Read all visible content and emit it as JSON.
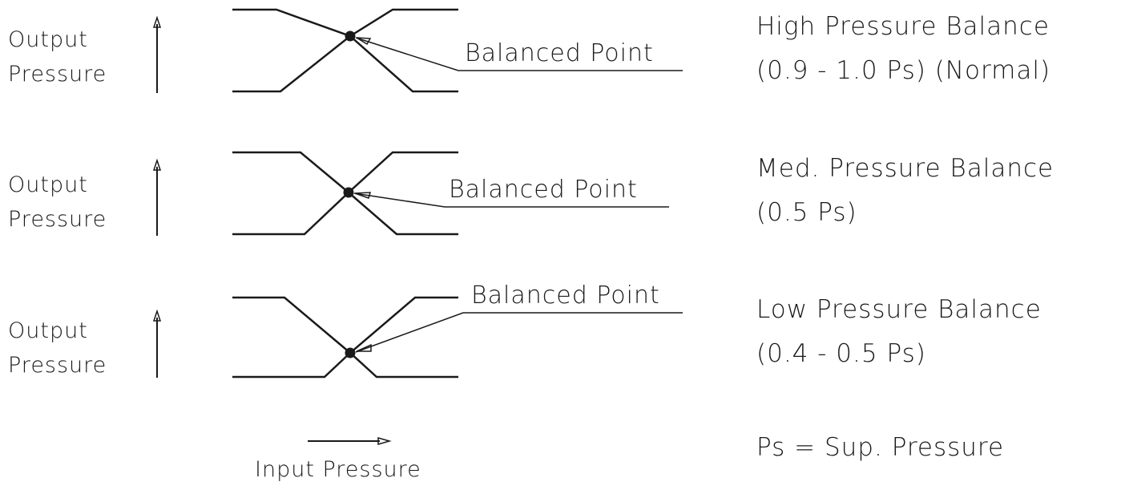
{
  "rows": [
    {
      "y_axis_label_line1": "Output",
      "y_axis_label_line2": "Pressure",
      "balanced_point_label": "Balanced Point",
      "condition_line1": "High Pressure Balance",
      "condition_line2": "(0.9 - 1.0 Ps) (Normal)"
    },
    {
      "y_axis_label_line1": "Output",
      "y_axis_label_line2": "Pressure",
      "balanced_point_label": "Balanced Point",
      "condition_line1": "Med. Pressure Balance",
      "condition_line2": "(0.5 Ps)"
    },
    {
      "y_axis_label_line1": "Output",
      "y_axis_label_line2": "Pressure",
      "balanced_point_label": "Balanced Point",
      "condition_line1": "Low Pressure Balance",
      "condition_line2": "(0.4 - 0.5 Ps)"
    }
  ],
  "x_axis_label": "Input Pressure",
  "legend_note": "Ps = Sup. Pressure"
}
